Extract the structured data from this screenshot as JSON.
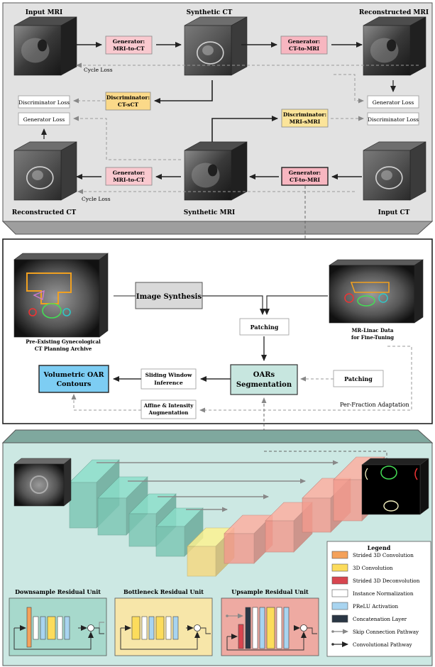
{
  "cyclegan": {
    "volume_labels": {
      "input_mri": "Input MRI",
      "synthetic_ct": "Synthetic CT",
      "reconstructed_mri": "Reconstructed MRI",
      "reconstructed_ct": "Reconstructed CT",
      "synthetic_mri": "Synthetic MRI",
      "input_ct": "Input CT"
    },
    "gen_mri_to_ct_top": [
      "Generator:",
      "MRI-to-CT"
    ],
    "gen_ct_to_mri_top": [
      "Generator:",
      "CT-to-MRI"
    ],
    "disc_ct_sct": [
      "Discriminator:",
      "CT-sCT"
    ],
    "disc_mri_smri": [
      "Discriminator:",
      "MRI-sMRI"
    ],
    "gen_mri_to_ct_bottom": [
      "Generator:",
      "MRI-to-CT"
    ],
    "gen_ct_to_mri_bottom": [
      "Generator:",
      "CT-to-MRI"
    ],
    "loss_generator_right": "Generator Loss",
    "loss_discriminator_right": "Discriminator Loss",
    "loss_discriminator_left": "Discriminator Loss",
    "loss_generator_left": "Generator Loss",
    "cycle_loss_top": "Cycle Loss",
    "cycle_loss_bottom": "Cycle Loss"
  },
  "pipeline": {
    "image_synthesis": "Image Synthesis",
    "patching_top": "Patching",
    "oars_segmentation": [
      "OARs",
      "Segmentation"
    ],
    "sliding_window": [
      "Sliding Window",
      "Inference"
    ],
    "volumetric_contours": [
      "Volumetric OAR",
      "Contours"
    ],
    "augmentation": [
      "Affine & Intensity",
      "Augmentation"
    ],
    "patching_right": "Patching",
    "per_fraction": "Per-Fraction Adaptation",
    "archive_caption": [
      "Pre-Existing Gynecological",
      "CT Planning Archive"
    ],
    "mr_linac_caption": [
      "MR-Linac Data",
      "for Fine-Tuning"
    ]
  },
  "network": {
    "legend_title": "Legend",
    "legend": [
      {
        "label": "Strided 3D Convolution",
        "color": "#f4a15a"
      },
      {
        "label": "3D Convolution",
        "color": "#fcdc5c"
      },
      {
        "label": "Strided 3D Deconvolution",
        "color": "#d8454f"
      },
      {
        "label": "Instance Normalization",
        "color": "#ffffff"
      },
      {
        "label": "PReLU Activation",
        "color": "#a8d4f0"
      },
      {
        "label": "Concatenation Layer",
        "color": "#2a3644"
      },
      {
        "label": "Skip Connection Pathway",
        "color": "#888888"
      },
      {
        "label": "Convolutional Pathway",
        "color": "#333333"
      }
    ],
    "units": {
      "downsample": "Downsample Residual Unit",
      "bottleneck": "Bottleneck Residual Unit",
      "upsample": "Upsample Residual Unit"
    }
  },
  "colors": {
    "panel_gray": "#e2e2e2",
    "panel_teal": "#cce8e3",
    "gen_pink": "#f9c9cf",
    "disc_yellow": "#fbd989",
    "seg_teal": "#c7e6df",
    "contour_blue": "#7dcdf3",
    "teal_block": "#7cc7b4",
    "yellow_block": "#f6d980",
    "salmon_block": "#f29b8e"
  }
}
